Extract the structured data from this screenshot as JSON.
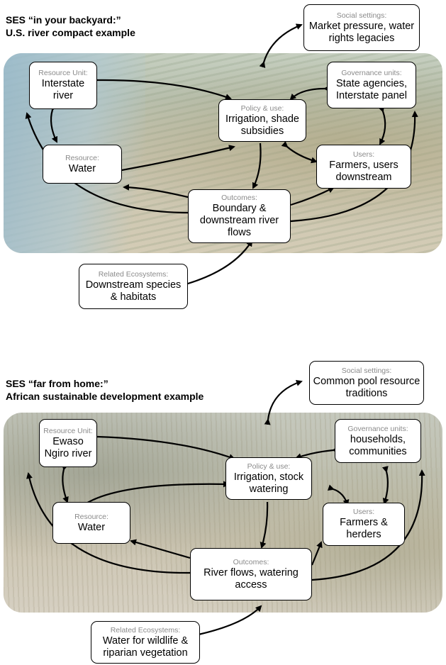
{
  "diagram1": {
    "title_line1": "SES “in your backyard:”",
    "title_line2": "U.S. river compact example",
    "social": {
      "label": "Social settings:",
      "value": "Market pressure, water rights legacies"
    },
    "resource_unit": {
      "label": "Resource Unit:",
      "value": "Interstate river"
    },
    "governance": {
      "label": "Governance units:",
      "value": "State agencies, Interstate panel"
    },
    "policy": {
      "label": "Policy & use:",
      "value": "Irrigation, shade subsidies"
    },
    "resource": {
      "label": "Resource:",
      "value": "Water"
    },
    "users": {
      "label": "Users:",
      "value": "Farmers, users downstream"
    },
    "outcomes": {
      "label": "Outcomes:",
      "value": "Boundary & downstream river flows"
    },
    "ecosystems": {
      "label": "Related Ecosystems:",
      "value": "Downstream species & habitats"
    }
  },
  "diagram2": {
    "title_line1": "SES “far from home:”",
    "title_line2": "African sustainable development example",
    "social": {
      "label": "Social settings:",
      "value": "Common pool resource traditions"
    },
    "resource_unit": {
      "label": "Resource Unit:",
      "value": "Ewaso Ngiro river"
    },
    "governance": {
      "label": "Governance units:",
      "value": "households, communities"
    },
    "policy": {
      "label": "Policy & use:",
      "value": "Irrigation, stock watering"
    },
    "resource": {
      "label": "Resource:",
      "value": "Water"
    },
    "users": {
      "label": "Users:",
      "value": "Farmers & herders"
    },
    "outcomes": {
      "label": "Outcomes:",
      "value": "River flows, watering access"
    },
    "ecosystems": {
      "label": "Related Ecosystems:",
      "value": "Water for wildlife & riparian vegetation"
    }
  }
}
